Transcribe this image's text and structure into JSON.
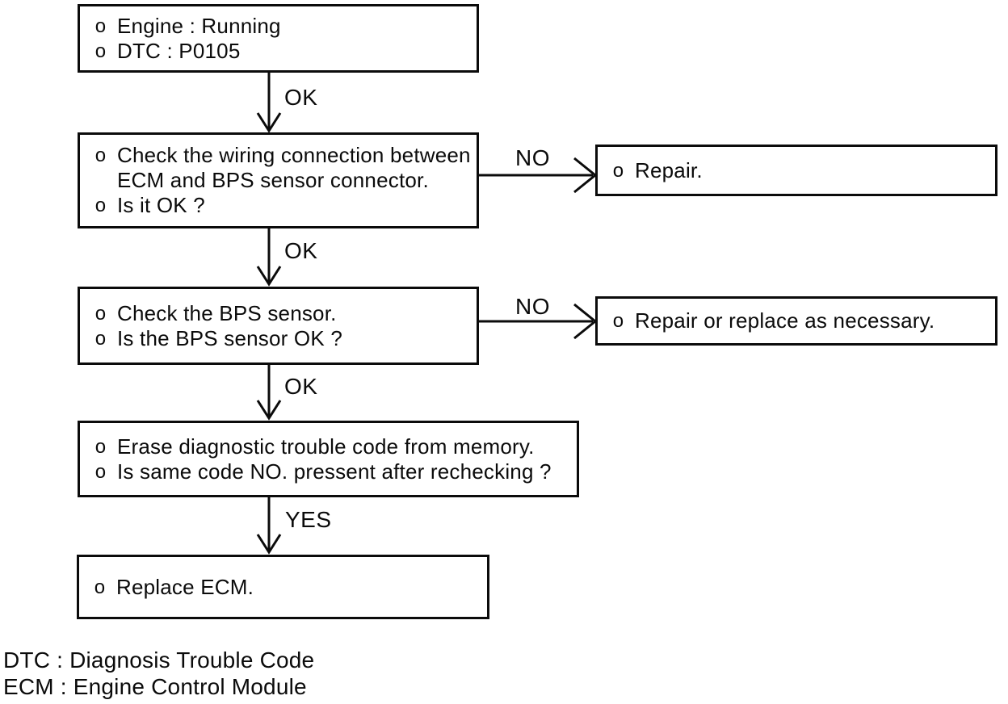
{
  "page": {
    "background": "#ffffff",
    "ink": "#0b0b0b"
  },
  "diagram": {
    "type": "flowchart",
    "bullet_char": "o",
    "boxes": [
      {
        "id": "start",
        "items": [
          "Engine : Running",
          "DTC : P0105"
        ]
      },
      {
        "id": "check-wiring",
        "items": [
          "Check the wiring connection between ECM and BPS sensor connector.",
          "Is it OK ?"
        ]
      },
      {
        "id": "repair",
        "items": [
          "Repair."
        ]
      },
      {
        "id": "check-bps",
        "items": [
          "Check the BPS sensor.",
          "Is the BPS sensor OK ?"
        ]
      },
      {
        "id": "repair-replace",
        "items": [
          "Repair or replace as necessary."
        ]
      },
      {
        "id": "erase-code",
        "items": [
          "Erase diagnostic trouble code from memory.",
          "Is same code NO. pressent after rechecking ?"
        ]
      },
      {
        "id": "replace-ecm",
        "items": [
          "Replace ECM."
        ]
      }
    ],
    "edge_labels": {
      "ok1": "OK",
      "no1": "NO",
      "ok2": "OK",
      "no2": "NO",
      "ok3": "OK",
      "yes1": "YES"
    },
    "legend": {
      "line1": "DTC : Diagnosis Trouble Code",
      "line2": "ECM : Engine Control Module"
    }
  }
}
